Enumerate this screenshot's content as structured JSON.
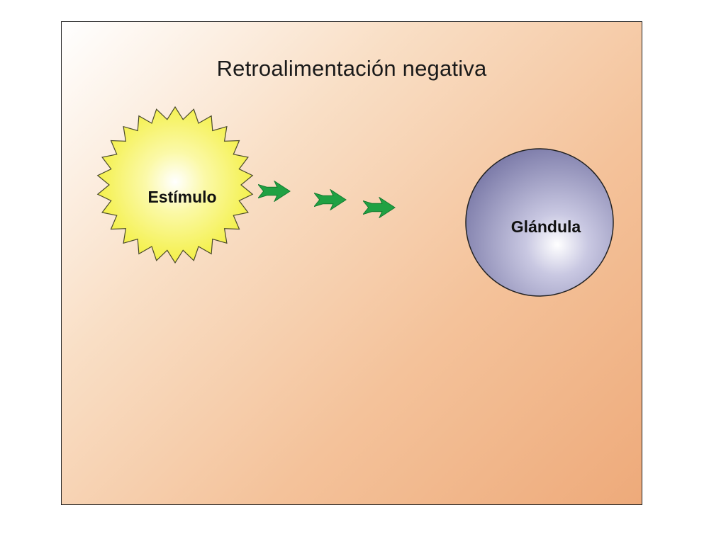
{
  "diagram": {
    "title": "Retroalimentación negativa",
    "nodes": [
      {
        "id": "stimulus",
        "label": "Estímulo",
        "shape": "starburst",
        "color": "#f6f35a"
      },
      {
        "id": "gland",
        "label": "Glándula",
        "shape": "circle",
        "color": "#8d8cb6"
      }
    ],
    "edges": [
      {
        "from": "stimulus",
        "to": "gland",
        "style": "dashed-arrows",
        "color": "#22a845"
      }
    ],
    "colors": {
      "background_from": "#ffffff",
      "background_to": "#eeaa7a",
      "border": "#222222"
    }
  }
}
